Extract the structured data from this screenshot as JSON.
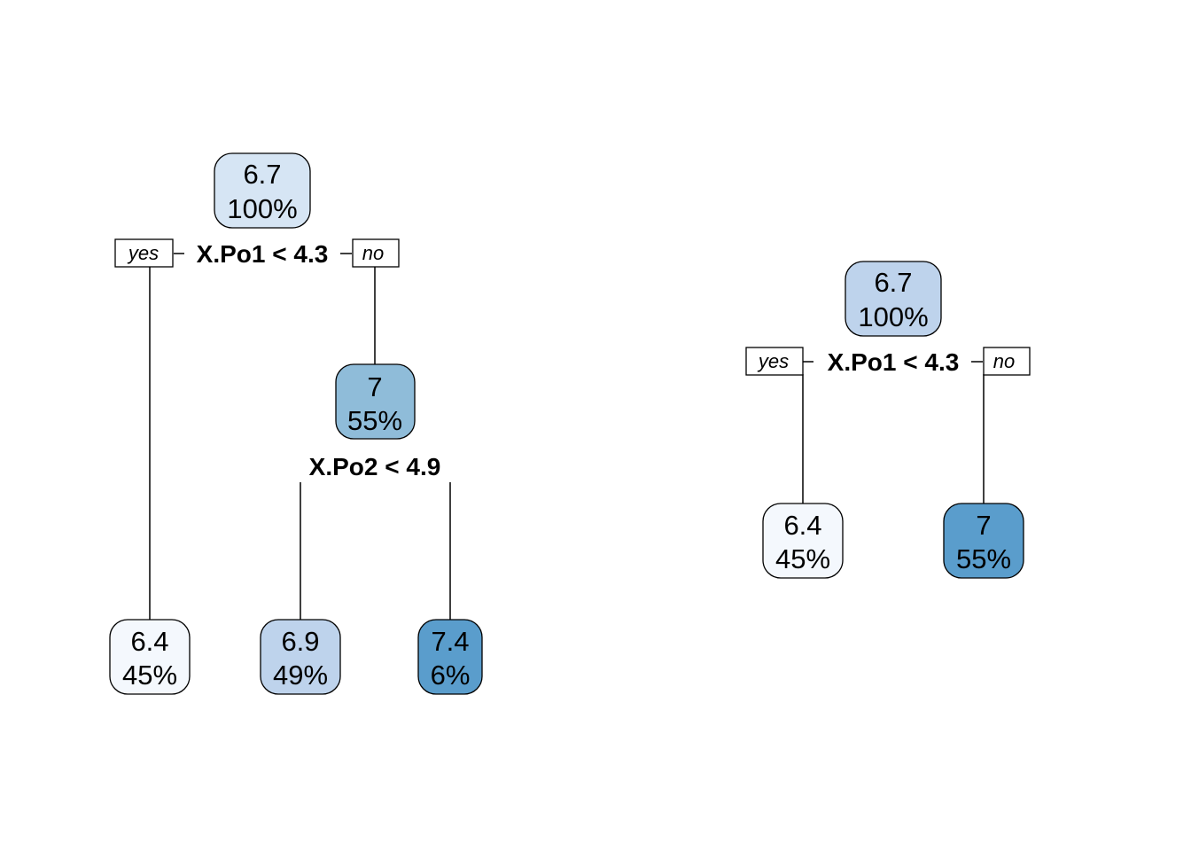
{
  "trees": [
    {
      "root": {
        "value": "6.7",
        "pct": "100%",
        "color": "#d6e5f4"
      },
      "root_split": {
        "label": "X.Po1 < 4.3",
        "yes": "yes",
        "no": "no"
      },
      "right_internal": {
        "value": "7",
        "pct": "55%",
        "color": "#8fbcd9"
      },
      "right_split": {
        "label": "X.Po2 < 4.9"
      },
      "leaves": [
        {
          "value": "6.4",
          "pct": "45%",
          "color": "#f4f8fd"
        },
        {
          "value": "6.9",
          "pct": "49%",
          "color": "#bed3ec"
        },
        {
          "value": "7.4",
          "pct": "6%",
          "color": "#5a9dcc"
        }
      ]
    },
    {
      "root": {
        "value": "6.7",
        "pct": "100%",
        "color": "#bed3ec"
      },
      "root_split": {
        "label": "X.Po1 < 4.3",
        "yes": "yes",
        "no": "no"
      },
      "leaves": [
        {
          "value": "6.4",
          "pct": "45%",
          "color": "#f4f8fd"
        },
        {
          "value": "7",
          "pct": "55%",
          "color": "#5a9dcc"
        }
      ]
    }
  ]
}
